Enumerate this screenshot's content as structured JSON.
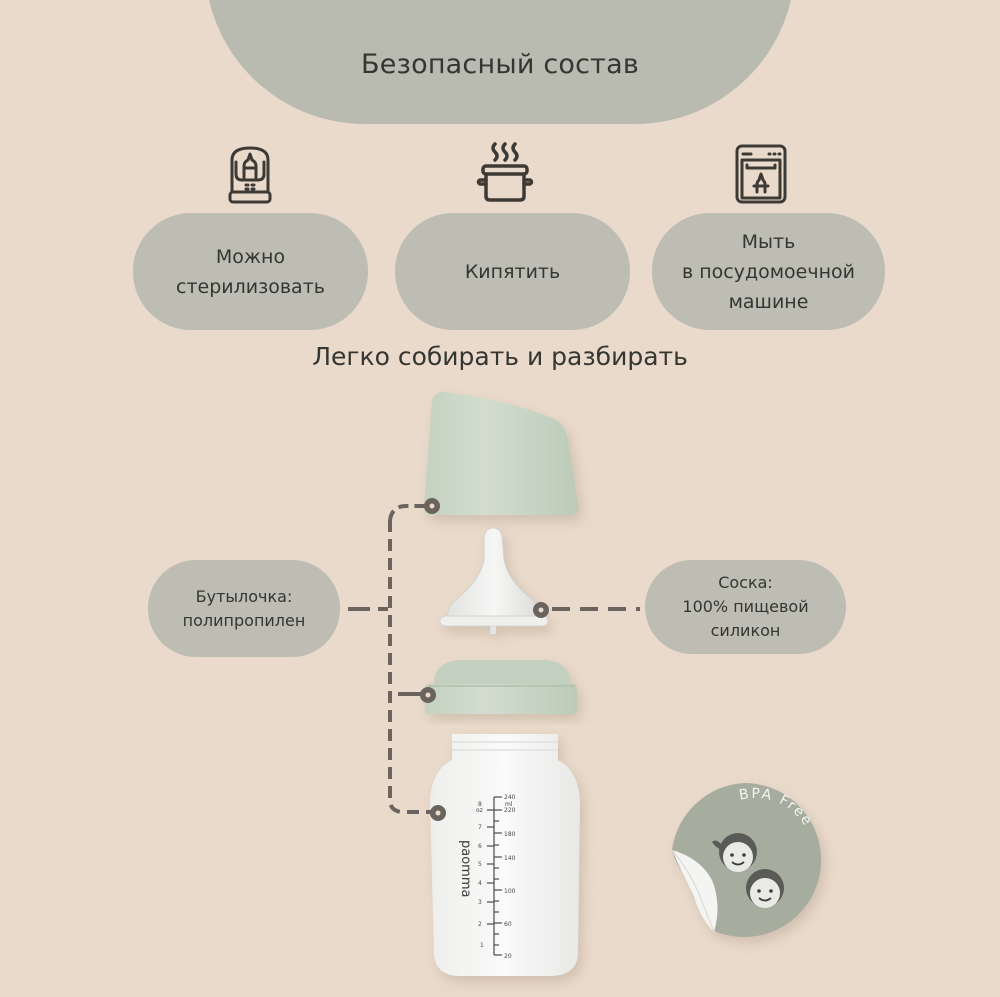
{
  "header": {
    "title": "Безопасный состав"
  },
  "features": [
    {
      "icon": "sterilizer-icon",
      "label": "Можно\nстерилизовать"
    },
    {
      "icon": "boiling-pot-icon",
      "label": "Кипятить"
    },
    {
      "icon": "dishwasher-icon",
      "label": "Мыть\nв посудомоечной\nмашине"
    }
  ],
  "assembly": {
    "title": "Легко собирать и разбирать",
    "labels": {
      "bottle": "Бутылочка:\nполипропилен",
      "nipple": "Соска:\n100% пищевой\nсиликон"
    }
  },
  "bottle": {
    "brand": "paomma",
    "scale_ml": [
      "240",
      "ml",
      "220",
      "180",
      "140",
      "100",
      "60",
      "20"
    ],
    "scale_oz": [
      "8",
      "oz",
      "7",
      "6",
      "5",
      "4",
      "3",
      "2",
      "1"
    ]
  },
  "badge": {
    "text": "BPA Free"
  },
  "colors": {
    "background": "#e9dacb",
    "pill": "#bdbdb3",
    "header_pill": "#b9bab0",
    "cap_green": "#c9d6c5",
    "badge_green": "#a6ac9e",
    "text": "#353531",
    "connector": "#6b645e"
  }
}
